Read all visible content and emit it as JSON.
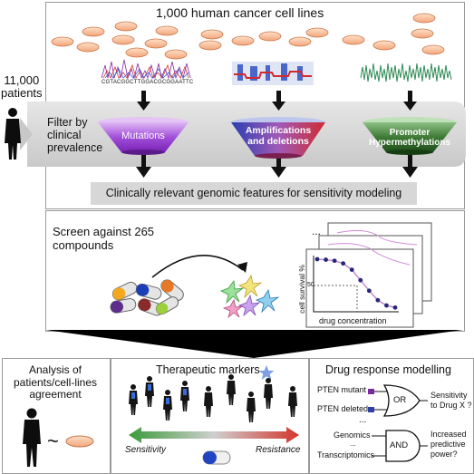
{
  "top": {
    "cell_lines_title": "1,000 human cancer cell lines",
    "dna_sequence": "CGTACGGCTTGGACGCGGAATTC",
    "patients_label": "11,000\npatients",
    "filter_label": "Filter by\nclinical\nprevalence",
    "funnels": [
      {
        "label": "Mutations",
        "color": "#9b3fd6"
      },
      {
        "label": "Amplifications\nand deletions",
        "color": "#c0282e"
      },
      {
        "label": "Promoter\nHypermethylations",
        "color": "#2f6b2a"
      }
    ],
    "features_label": "Clinically relevant genomic features for sensitivity modeling"
  },
  "screen": {
    "title": "Screen against 265\ncompounds",
    "chart_ellipsis": "...",
    "chart_data": {
      "type": "line",
      "xlabel": "drug concentration",
      "ylabel": "cell survival %",
      "yticks": [
        "50"
      ],
      "series": [
        {
          "values": [
            100,
            99,
            97,
            92,
            80,
            60,
            40,
            22,
            12,
            8
          ]
        }
      ]
    }
  },
  "bottom": {
    "left_title": "Analysis of\npatients/cell-lines\nagreement",
    "tilde": "~",
    "markers_title": "Therapeutic markers",
    "sensitivity": "Sensitivity",
    "resistance": "Resistance",
    "modelling_title": "Drug response modelling",
    "pten_mutant": "PTEN mutant",
    "pten_deleted": "PTEN deleted",
    "or_gate": "OR",
    "or_output": "Sensitivity\nto Drug X ?",
    "ellipsis": "...",
    "genomics": "Genomics",
    "dots": "...",
    "transcriptomics": "Transcriptomics",
    "and_gate": "AND",
    "and_output": "Increased\npredictive\npower?"
  }
}
